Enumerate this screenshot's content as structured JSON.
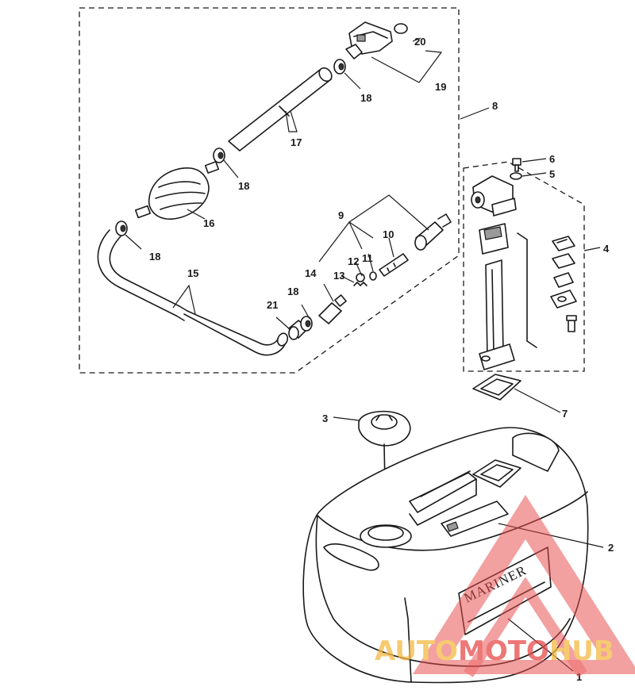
{
  "callouts": {
    "c1": "1",
    "c2": "2",
    "c3": "3",
    "c4": "4",
    "c5": "5",
    "c6": "6",
    "c7": "7",
    "c8": "8",
    "c9": "9",
    "c10": "10",
    "c11": "11",
    "c12": "12",
    "c13": "13",
    "c14": "14",
    "c15": "15",
    "c16": "16",
    "c17": "17",
    "c18a": "18",
    "c18b": "18",
    "c18c": "18",
    "c18d": "18",
    "c19": "19",
    "c20": "20",
    "c21": "21"
  },
  "tank": {
    "brand": "MARINER"
  },
  "watermark": {
    "part1": "AUTO",
    "part2": "MOTO",
    "part3": "HUB",
    "color_orange": "#f4b942",
    "color_red": "#e84a4a"
  }
}
